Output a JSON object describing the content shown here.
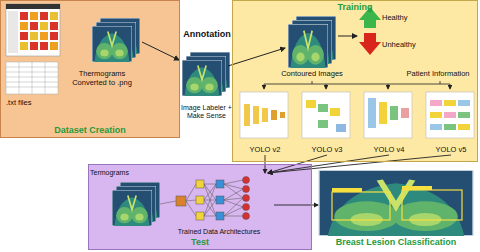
{
  "diagram": {
    "nodes": [
      {
        "text": [
          "Dataset Creation"
        ]
      },
      {
        "text": [
          "Training"
        ]
      },
      {
        "text": [
          "YOLO v2"
        ],
        "in": 1
      },
      {
        "text": [
          "YOLO v3"
        ],
        "in": 1
      },
      {
        "text": [
          "YOLO v4"
        ],
        "in": 1
      },
      {
        "text": [
          "YOLO v5"
        ],
        "in": 1
      },
      {
        "text": [
          "Test"
        ]
      },
      {
        "text": [
          "Trained Data Architectures"
        ],
        "in": 6
      },
      {
        "text": [
          "Breast Lesion Classification"
        ]
      }
    ],
    "edges": [
      {
        "from": 2,
        "to": 7,
        "arrow": "to"
      },
      {
        "from": 3,
        "to": 7,
        "arrow": "to"
      },
      {
        "from": 4,
        "to": 7,
        "arrow": "to"
      },
      {
        "from": 5,
        "to": 7,
        "arrow": "to"
      },
      {
        "from": 7,
        "to": 8,
        "arrow": "to"
      }
    ],
    "labels": [
      ".txt files",
      "Thermograms Converted to .png",
      "Annotation",
      "Image Labeler + Make Sense",
      "Contoured Images",
      "Healthy",
      "Unhealthy",
      "Patient Information",
      "Termograms"
    ]
  }
}
